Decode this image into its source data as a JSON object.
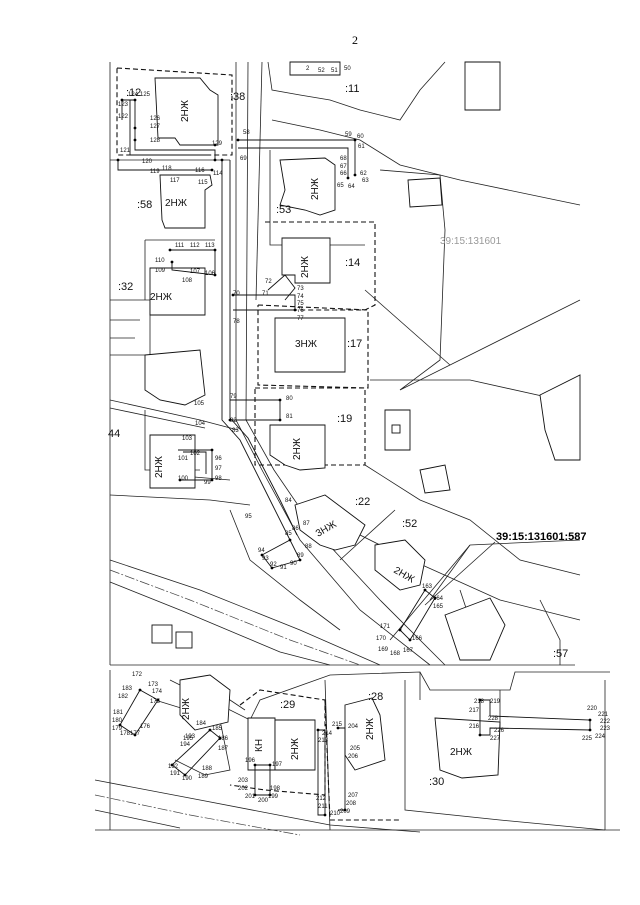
{
  "page_number": "2",
  "cadastral_quarter": "39:15:131601",
  "highlighted_parcel": "39:15:131601:587",
  "parcels": [
    ":12",
    ":38",
    ":11",
    ":58",
    ":53",
    ":14",
    ":32",
    ":17",
    ":19",
    "44",
    ":22",
    ":52",
    ":57",
    ":29",
    ":28",
    ":30"
  ],
  "buildings": [
    "2НЖ",
    "2НЖ",
    "2НЖ",
    "2НЖ",
    "2НЖ",
    "3НЖ",
    "2НЖ",
    "2НЖ",
    "3НЖ",
    "2НЖ",
    "2НЖ",
    "КН",
    "2НЖ",
    "2НЖ",
    "2НЖ"
  ],
  "top_fragment": [
    "2",
    "52",
    "51",
    "50"
  ],
  "points": [
    "58",
    "59",
    "60",
    "61",
    "62",
    "63",
    "64",
    "65",
    "66",
    "67",
    "68",
    "69",
    "70",
    "71",
    "72",
    "73",
    "74",
    "75",
    "76",
    "77",
    "78",
    "79",
    "80",
    "81",
    "82",
    "83",
    "84",
    "85",
    "86",
    "87",
    "88",
    "89",
    "90",
    "91",
    "92",
    "93",
    "94",
    "95",
    "96",
    "97",
    "98",
    "99",
    "100",
    "101",
    "102",
    "103",
    "104",
    "105",
    "106",
    "107",
    "108",
    "109",
    "110",
    "111",
    "112",
    "113",
    "114",
    "115",
    "116",
    "117",
    "118",
    "119",
    "120",
    "121",
    "122",
    "123",
    "124",
    "125",
    "126",
    "127",
    "128",
    "129",
    "163",
    "164",
    "165",
    "166",
    "167",
    "168",
    "169",
    "170",
    "171",
    "172",
    "173",
    "174",
    "175",
    "176",
    "177",
    "178",
    "179",
    "180",
    "181",
    "182",
    "183",
    "184",
    "185",
    "186",
    "187",
    "188",
    "189",
    "190",
    "191",
    "192",
    "193",
    "194",
    "195",
    "196",
    "197",
    "198",
    "199",
    "200",
    "201",
    "202",
    "203",
    "204",
    "205",
    "206",
    "207",
    "208",
    "209",
    "210",
    "211",
    "212",
    "213",
    "214",
    "215",
    "216",
    "217",
    "218",
    "219",
    "220",
    "221",
    "222",
    "223",
    "224",
    "225",
    "226",
    "227",
    "228"
  ]
}
